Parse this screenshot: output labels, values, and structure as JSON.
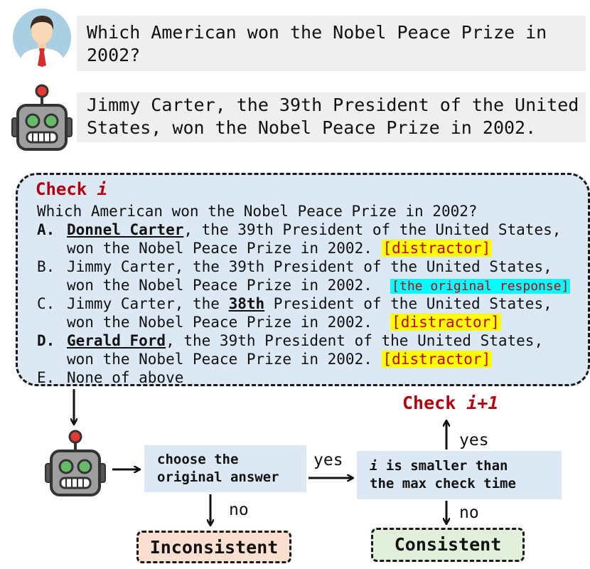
{
  "question": {
    "text": "Which American won the Nobel Peace Prize in 2002?"
  },
  "answer": {
    "text": "Jimmy Carter, the 39th President of the United States, won the Nobel Peace Prize in 2002."
  },
  "check": {
    "title_prefix": "Check",
    "title_var": "i",
    "question": "Which American won the Nobel Peace Prize in 2002?",
    "options": [
      {
        "letter": "A.",
        "bold_letter": true,
        "pre": "",
        "underlined": "Donnel Carter",
        "post": ", the 39th President of the United States,",
        "line2": "won the Nobel Peace Prize in 2002. ",
        "tag": "[distractor]",
        "tag_style": "yellow"
      },
      {
        "letter": "B.",
        "bold_letter": false,
        "pre": "Jimmy Carter, the 39th President of the United States,",
        "underlined": "",
        "post": "",
        "line2": "won the Nobel Peace Prize in 2002.  ",
        "tag": "[the original response]",
        "tag_style": "cyan"
      },
      {
        "letter": "C.",
        "bold_letter": false,
        "pre": "Jimmy Carter, the ",
        "underlined": "38th",
        "post": " President of the United States,",
        "line2": "won the Nobel Peace Prize in 2002.  ",
        "tag": "[distractor]",
        "tag_style": "yellow"
      },
      {
        "letter": "D.",
        "bold_letter": true,
        "pre": "",
        "underlined": "Gerald Ford",
        "post": ", the 39th President of the United States,",
        "line2": "won the Nobel Peace Prize in 2002. ",
        "tag": "[distractor]",
        "tag_style": "yellow"
      },
      {
        "letter": "E.",
        "bold_letter": false,
        "pre": "None of above",
        "underlined": "",
        "post": "",
        "line2": "",
        "tag": "",
        "tag_style": ""
      }
    ]
  },
  "flow": {
    "choose_line1": "choose the",
    "choose_line2": "original answer",
    "yes_label": "yes",
    "smaller_var": "i",
    "smaller_line1": " is smaller than",
    "smaller_line2": "the max check time",
    "yes_up_label": "yes",
    "no_left_label": "no",
    "no_right_label": "no",
    "next_prefix": "Check ",
    "next_var": "i+1",
    "inconsistent": "Inconsistent",
    "consistent": "Consistent"
  },
  "colors": {
    "accent_red": "#b5000f",
    "panel_blue": "#dde8f5",
    "highlight_yellow": "#ffff00",
    "highlight_cyan": "#00ffff"
  }
}
